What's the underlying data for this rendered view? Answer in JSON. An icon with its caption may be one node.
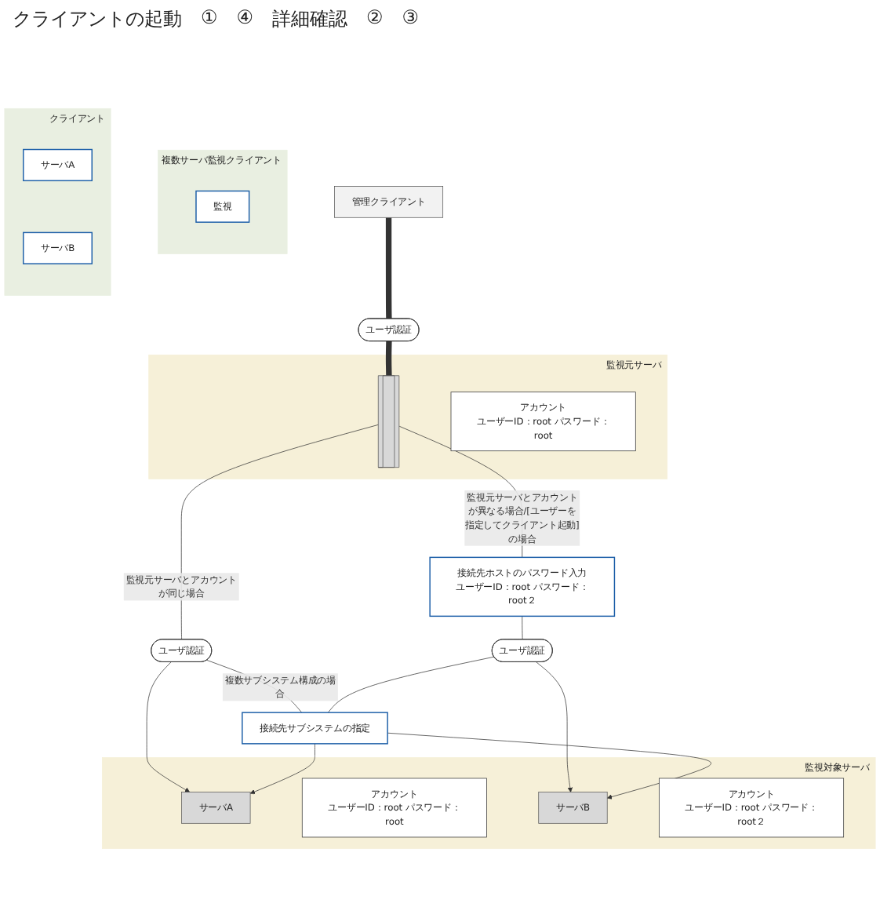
{
  "diagram": {
    "nodes": [
      {
        "text": [
          "複数サーバ監視クライアント"
        ]
      },
      {
        "text": [
          "監視"
        ],
        "in": 0
      },
      {
        "text": [
          "クライアント"
        ]
      },
      {
        "text": [
          "サーバA"
        ],
        "in": 2
      },
      {
        "text": [
          "サーバB"
        ],
        "in": 2
      },
      {
        "text": [
          "管理クライアント"
        ]
      },
      {
        "text": [
          "ユーザ認証"
        ]
      },
      {
        "text": [
          "監視元サーバ"
        ]
      },
      {
        "text": [],
        "shape": "box",
        "in": 7
      },
      {
        "text": [
          "アカウント",
          "ユーザーID：root パスワード：root"
        ],
        "in": 7
      },
      {
        "text": [
          "ユーザ認証"
        ]
      },
      {
        "text": [
          "接続先ホストのパスワード入力",
          "ユーザーID：root パスワード：root２"
        ]
      },
      {
        "text": [
          "ユーザ認証"
        ]
      },
      {
        "text": [
          "接続先サブシステムの指定"
        ]
      },
      {
        "text": [
          "監視対象サーバ"
        ]
      },
      {
        "text": [
          "サーバA"
        ],
        "in": 14
      },
      {
        "text": [
          "アカウント",
          "ユーザーID：root パスワード：root"
        ],
        "in": 14
      },
      {
        "text": [
          "サーバB"
        ],
        "in": 14
      },
      {
        "text": [
          "アカウント",
          "ユーザーID：root パスワード：root２"
        ],
        "in": 14
      }
    ],
    "edges": [
      {
        "from": 5,
        "to": 6,
        "arrow": "none",
        "style": "thick"
      },
      {
        "from": 6,
        "to": 8,
        "arrow": "none",
        "style": "thick"
      },
      {
        "from": 8,
        "to": 10,
        "arrow": "none",
        "label": "監視元サーバとアカウントが同じ場合"
      },
      {
        "from": 8,
        "to": 11,
        "arrow": "none",
        "label": "監視元サーバとアカウントが異なる場合/[ユーザーを指定してクライアント起動]の場合"
      },
      {
        "from": 11,
        "to": 12,
        "arrow": "none"
      },
      {
        "from": 10,
        "to": 15,
        "arrow": "to"
      },
      {
        "from": 12,
        "to": 17,
        "arrow": "to"
      },
      {
        "from": 10,
        "to": 13,
        "arrow": "none",
        "label": "複数サブシステム構成の場合"
      },
      {
        "from": 12,
        "to": 13,
        "arrow": "none"
      },
      {
        "from": 13,
        "to": 15,
        "arrow": "to"
      },
      {
        "from": 13,
        "to": 17,
        "arrow": "to"
      }
    ],
    "labels": [
      "クライアントの起動",
      "①",
      "④",
      "詳細確認",
      "②",
      "③"
    ]
  }
}
